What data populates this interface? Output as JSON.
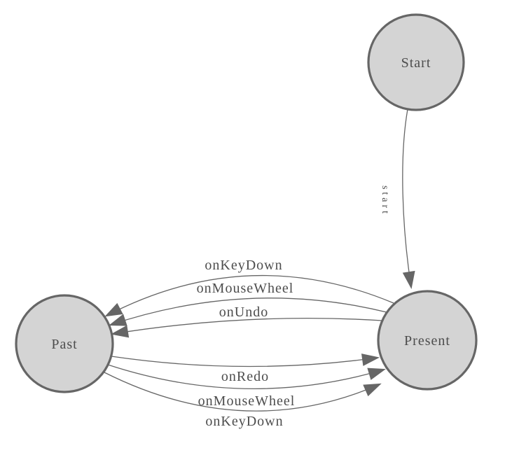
{
  "colors": {
    "node_fill": "#d4d4d4",
    "node_stroke": "#666666",
    "edge_stroke": "#666666",
    "arrow_fill": "#666666",
    "label_color": "#4d4d4d",
    "background": "#ffffff"
  },
  "diagram": {
    "type": "finite-state-machine",
    "nodes": [
      {
        "id": "start",
        "label": "Start"
      },
      {
        "id": "present",
        "label": "Present"
      },
      {
        "id": "past",
        "label": "Past"
      }
    ],
    "edges": [
      {
        "from": "Start",
        "to": "Present",
        "label": "start"
      },
      {
        "from": "Present",
        "to": "Past",
        "label": "onKeyDown"
      },
      {
        "from": "Present",
        "to": "Past",
        "label": "onMouseWheel"
      },
      {
        "from": "Present",
        "to": "Past",
        "label": "onUndo"
      },
      {
        "from": "Past",
        "to": "Present",
        "label": "onRedo"
      },
      {
        "from": "Past",
        "to": "Present",
        "label": "onMouseWheel"
      },
      {
        "from": "Past",
        "to": "Present",
        "label": "onKeyDown"
      }
    ]
  }
}
